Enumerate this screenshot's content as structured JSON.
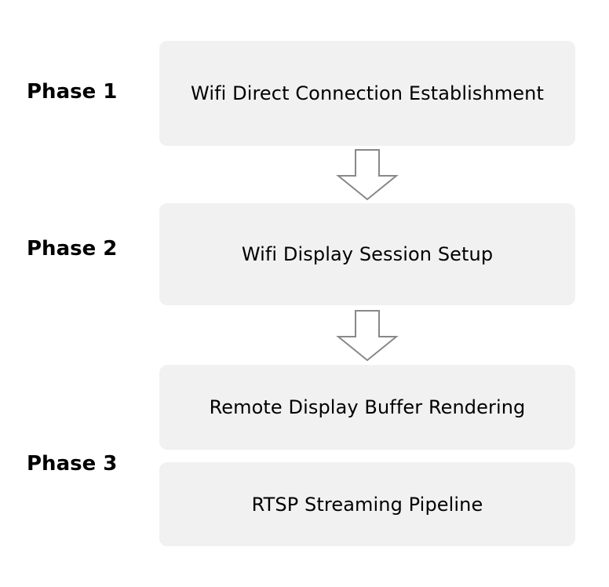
{
  "phases": [
    {
      "label": "Phase 1"
    },
    {
      "label": "Phase 2"
    },
    {
      "label": "Phase 3"
    }
  ],
  "steps": [
    {
      "label": "Wifi Direct Connection Establishment"
    },
    {
      "label": "Wifi Display Session Setup"
    },
    {
      "label": "Remote Display Buffer Rendering"
    },
    {
      "label": "RTSP Streaming Pipeline"
    }
  ],
  "colors": {
    "box_fill": "#f1f1f1",
    "arrow_stroke": "#888888",
    "text": "#000000"
  },
  "icons": {
    "flow_arrow": "down-arrow-outline-icon"
  }
}
